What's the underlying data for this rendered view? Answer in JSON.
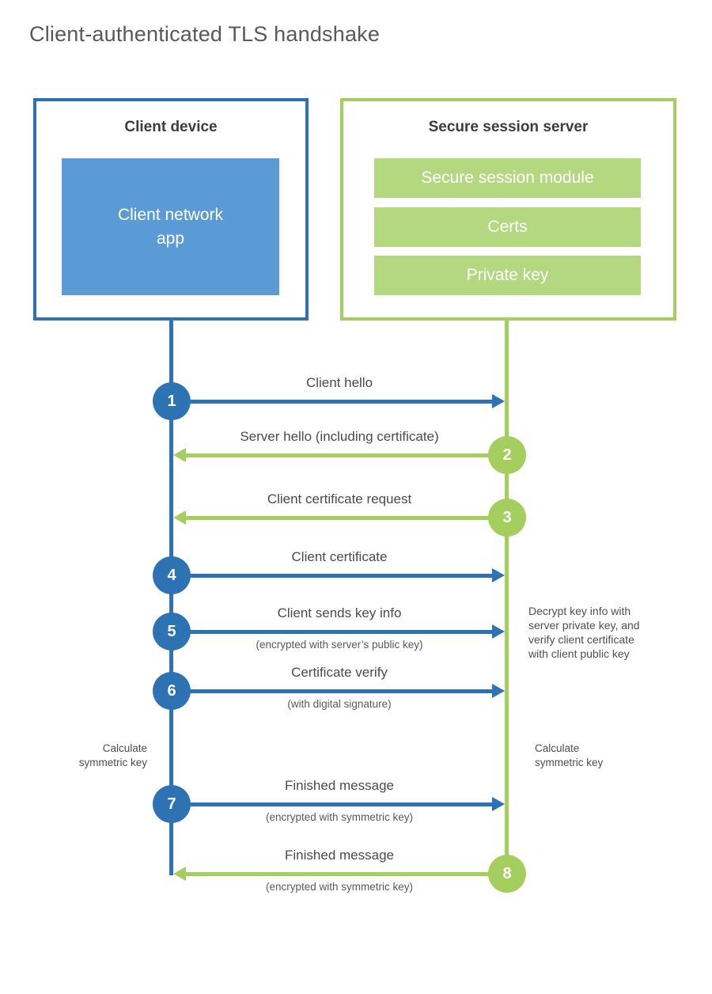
{
  "title": "Client-authenticated TLS handshake",
  "colors": {
    "blue": "#2d73b4",
    "blue_fill": "#5b9bd5",
    "green": "#a4cf5e",
    "green_fill": "#b4d880"
  },
  "client_box": {
    "title": "Client device",
    "app": [
      "Client network",
      "app"
    ]
  },
  "server_box": {
    "title": "Secure session server",
    "modules": [
      "Secure session module",
      "Certs",
      "Private key"
    ]
  },
  "messages": [
    {
      "num": "1",
      "from": "client",
      "label": "Client hello",
      "sub": ""
    },
    {
      "num": "2",
      "from": "server",
      "label": "Server hello (including certificate)",
      "sub": ""
    },
    {
      "num": "3",
      "from": "server",
      "label": "Client certificate request",
      "sub": ""
    },
    {
      "num": "4",
      "from": "client",
      "label": "Client certificate",
      "sub": ""
    },
    {
      "num": "5",
      "from": "client",
      "label": "Client sends key info",
      "sub": "(encrypted with server’s public key)"
    },
    {
      "num": "6",
      "from": "client",
      "label": "Certificate verify",
      "sub": "(with digital signature)"
    },
    {
      "num": "7",
      "from": "client",
      "label": "Finished message",
      "sub": "(encrypted with symmetric key)"
    },
    {
      "num": "8",
      "from": "server",
      "label": "Finished message",
      "sub": "(encrypted with symmetric key)"
    }
  ],
  "annotations": {
    "decrypt_note": [
      "Decrypt key info with",
      "server private key, and",
      "verify client certificate",
      "with client public key"
    ],
    "calc_left": [
      "Calculate",
      "symmetric key"
    ],
    "calc_right": [
      "Calculate",
      "symmetric key"
    ]
  }
}
